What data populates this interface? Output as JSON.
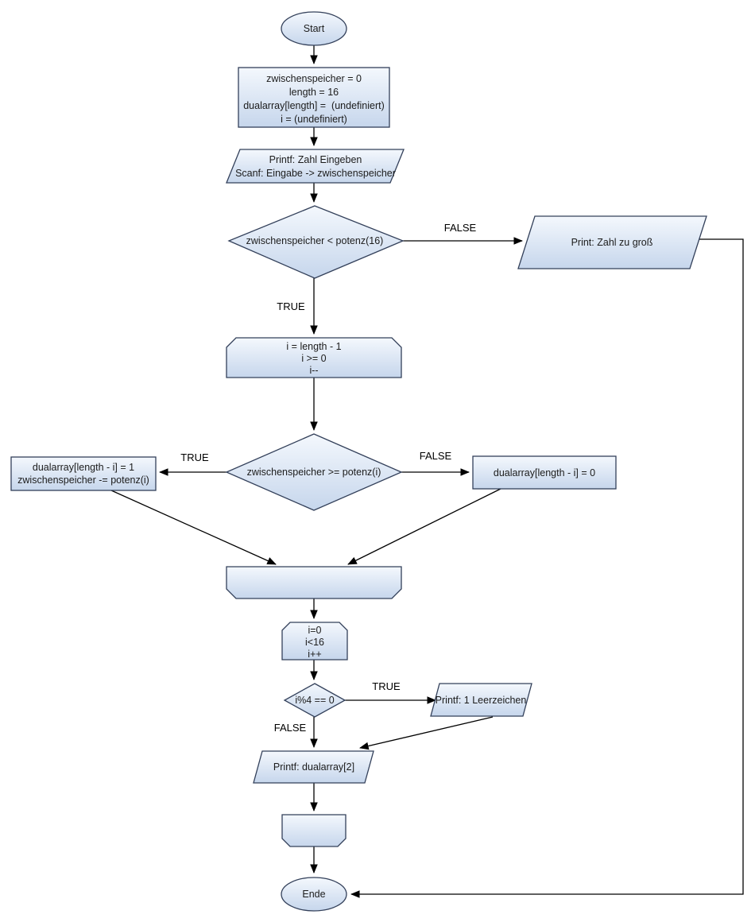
{
  "diagram": {
    "nodes": {
      "start": {
        "label": "Start"
      },
      "init": {
        "lines": [
          "zwischenspeicher = 0",
          "length = 16",
          "dualarray[length] =  (undefiniert)",
          "i = (undefiniert)"
        ]
      },
      "input": {
        "lines": [
          "Printf: Zahl Eingeben",
          "Scanf: Eingabe -> zwischenspeicher"
        ]
      },
      "check_max": {
        "label": "zwischenspeicher < potenz(16)"
      },
      "print_too_big": {
        "label": "Print: Zahl zu groß"
      },
      "loop_down": {
        "lines": [
          "i = length - 1",
          "i >= 0",
          "i--"
        ]
      },
      "check_bit": {
        "label": "zwischenspeicher >= potenz(i)"
      },
      "set_one": {
        "lines": [
          "dualarray[length - i] = 1",
          "zwischenspeicher -= potenz(i)"
        ]
      },
      "set_zero": {
        "label": "dualarray[length - i] = 0"
      },
      "loop_up": {
        "lines": [
          "i=0",
          "i<16",
          "i++"
        ]
      },
      "check_mod": {
        "label": "i%4 == 0"
      },
      "print_space": {
        "label": "Printf: 1 Leerzeichen"
      },
      "print_digit": {
        "label": "Printf: dualarray[2]"
      },
      "ende": {
        "label": "Ende"
      }
    },
    "edge_labels": {
      "check_max_false": "FALSE",
      "check_max_true": "TRUE",
      "check_bit_true": "TRUE",
      "check_bit_false": "FALSE",
      "check_mod_true": "TRUE",
      "check_mod_false": "FALSE"
    },
    "colors": {
      "node_fill_top": "#f4f8fd",
      "node_fill_bottom": "#c6d6ec",
      "node_border": "#33405a",
      "connector": "#000000",
      "text": "#1c1c1c",
      "canvas": "#ffffff"
    }
  }
}
